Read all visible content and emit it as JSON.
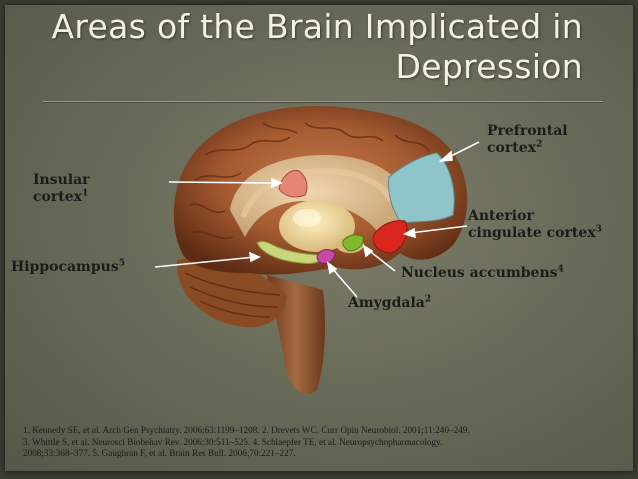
{
  "title": {
    "line1": "Areas of the Brain Implicated in",
    "line2": "Depression"
  },
  "labels": {
    "prefrontal": {
      "line1": "Prefrontal",
      "line2": "cortex",
      "ref": "2"
    },
    "insular": {
      "line1": "Insular",
      "line2": "cortex",
      "ref": "1"
    },
    "anterior_cingulate": {
      "line1": "Anterior",
      "line2": "cingulate cortex",
      "ref": "3"
    },
    "hippocampus": {
      "line1": "Hippocampus",
      "ref": "5"
    },
    "nucleus_accumbens": {
      "line1": "Nucleus accumbens",
      "ref": "4"
    },
    "amygdala": {
      "line1": "Amygdala",
      "ref": "2"
    }
  },
  "references": {
    "line1": "1. Kennedy SE, et al. Arch Gen Psychiatry. 2006;63:1199–1208. 2. Drevets WC. Curr Opin Neurobiol. 2001;11:240–249.",
    "line2": "3. Whittle S, et al. Neurosci Biobehav Rev. 2006;30:511–525. 4. Schlaepfer TE, et al. Neuropsychopharmacology.",
    "line3": "2008;33:368–377. 5. Gaughran F, et al. Brain Res Bull. 2006;70:221–227."
  },
  "colors": {
    "prefrontal": "#8fc4c8",
    "insular": "#e88474",
    "anterior_cingulate": "#d8261c",
    "hippocampus": "#c9d67a",
    "nucleus_accumbens": "#7fb92c",
    "amygdala": "#c64aa0"
  }
}
